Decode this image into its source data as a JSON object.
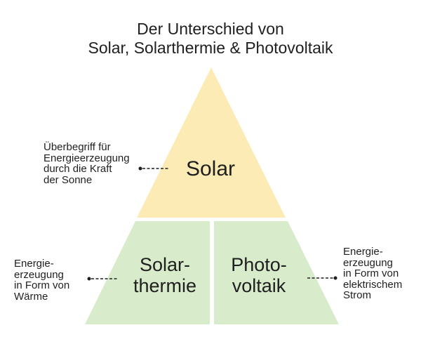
{
  "title": {
    "line1": "Der Unterschied von",
    "line2": "Solar, Solarthermie & Photovoltaik"
  },
  "pyramid": {
    "colors": {
      "solar": "#fcebb4",
      "solarthermie": "#d8ebcb",
      "photovoltaik": "#d8ebcb",
      "connector": "#1f1f1f"
    },
    "top": {
      "label": "Solar"
    },
    "bottom_left": {
      "label_line1": "Solar-",
      "label_line2": "thermie"
    },
    "bottom_right": {
      "label_line1": "Photo-",
      "label_line2": "voltaik"
    }
  },
  "annotations": {
    "solar": {
      "lines": [
        "Überbegriff für",
        "Energieerzeugung",
        "durch die Kraft",
        "der Sonne"
      ]
    },
    "solarthermie": {
      "lines": [
        "Energie-",
        "erzeugung",
        "in Form von",
        "Wärme"
      ]
    },
    "photovoltaik": {
      "lines": [
        "Energie-",
        "erzeugung",
        "in Form von",
        "elektrischem",
        "Strom"
      ]
    }
  }
}
